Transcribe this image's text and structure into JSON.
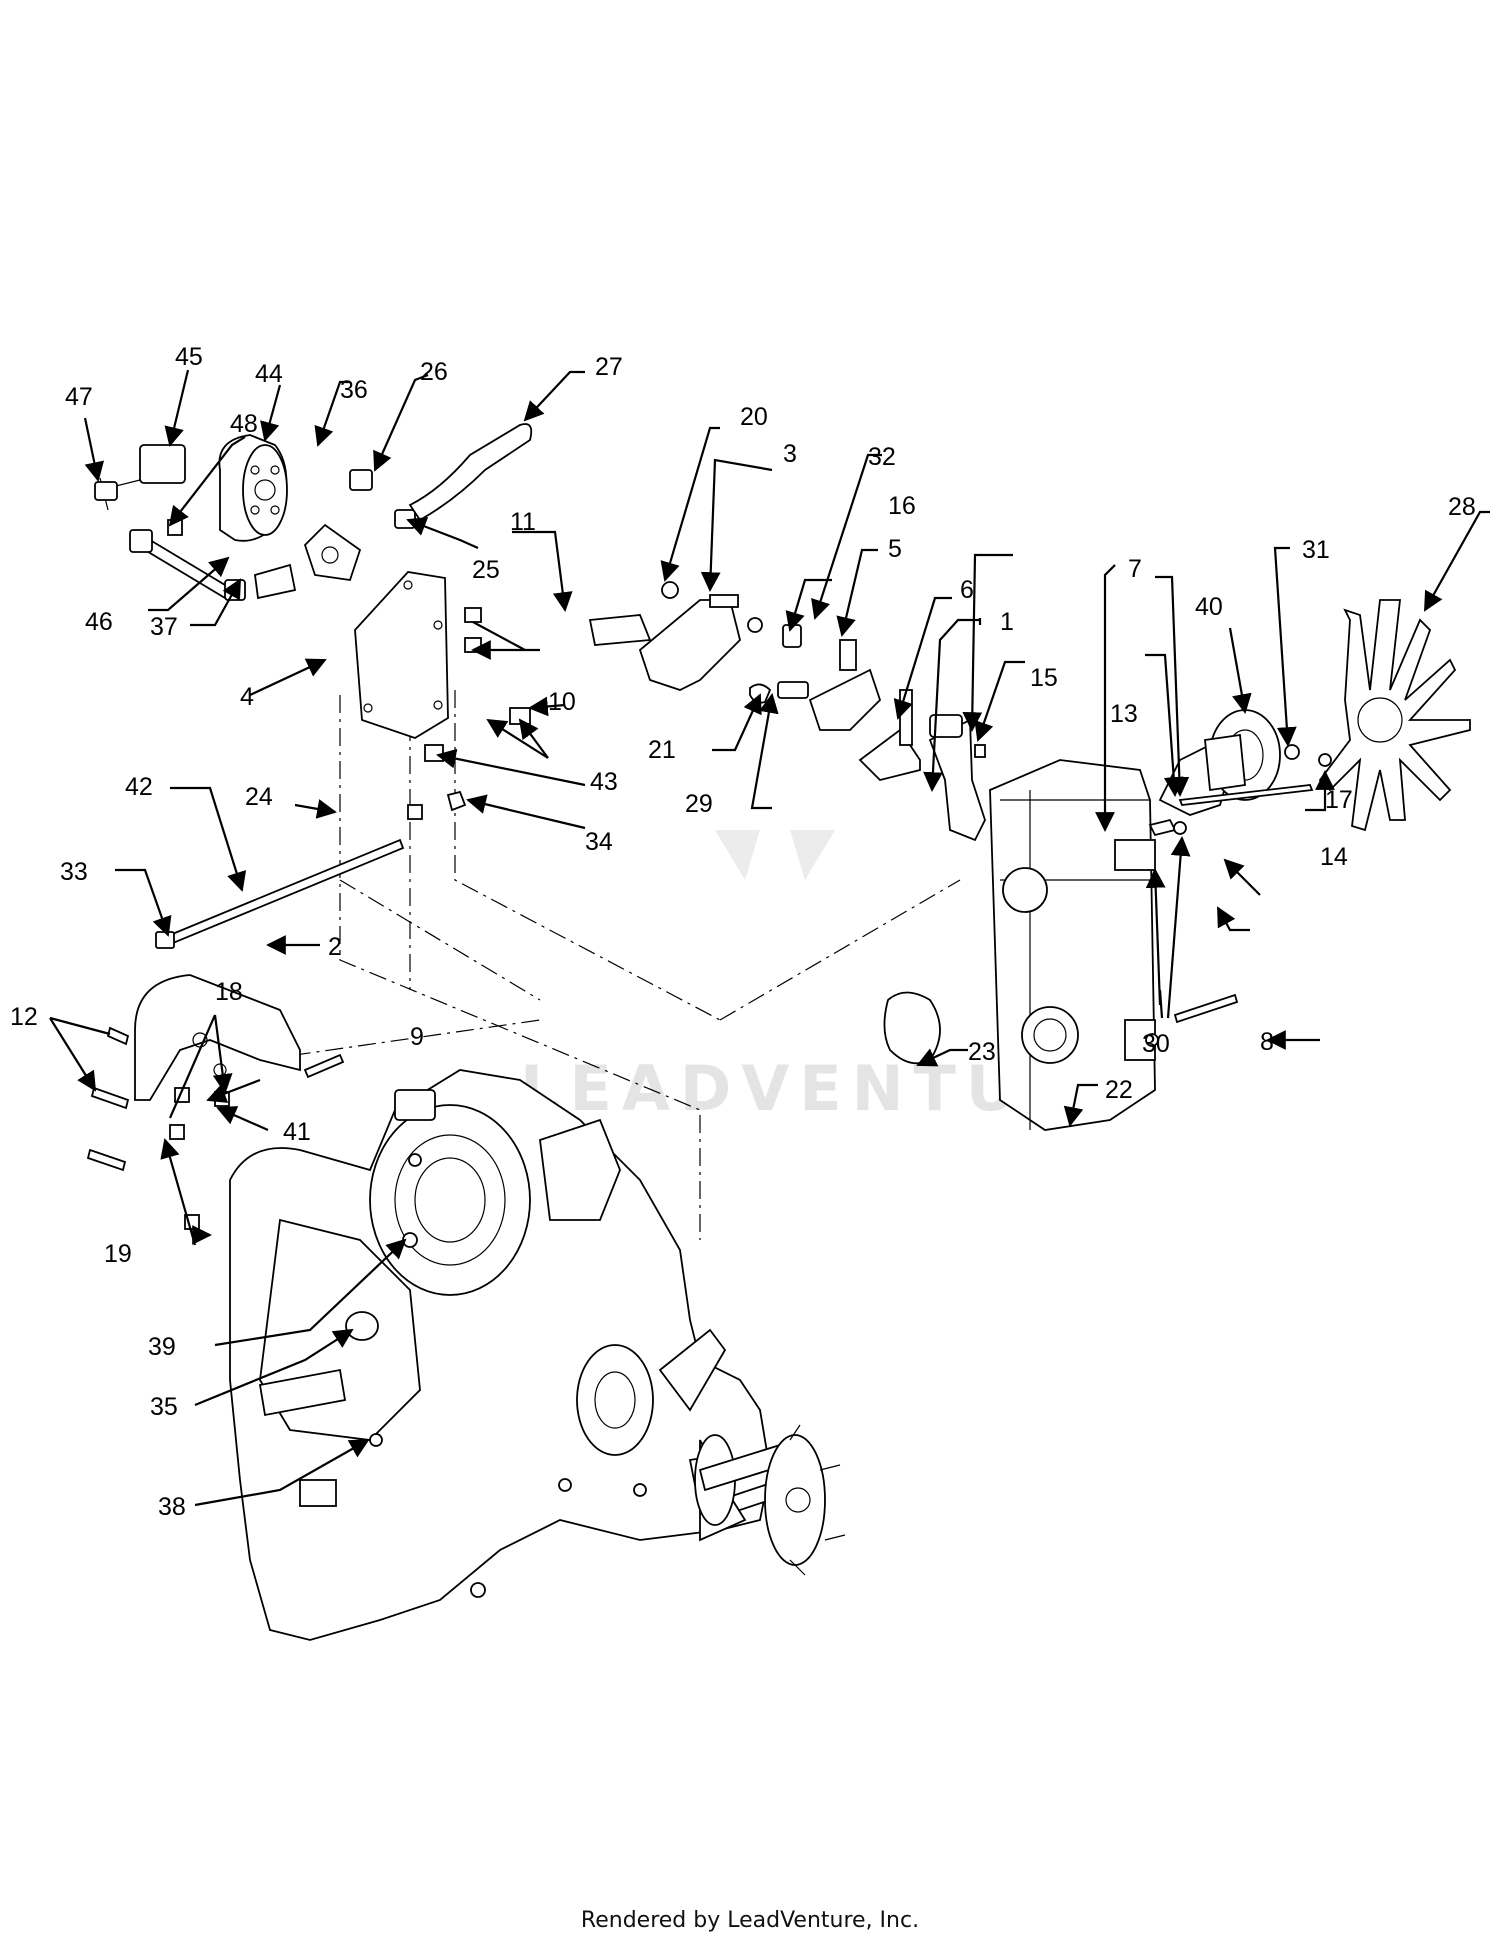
{
  "footer": "Rendered by LeadVenture, Inc.",
  "watermark": "LEADVENTURE",
  "labels": [
    "1",
    "2",
    "3",
    "4",
    "5",
    "6",
    "7",
    "8",
    "9",
    "10",
    "11",
    "12",
    "13",
    "14",
    "15",
    "16",
    "17",
    "18",
    "19",
    "20",
    "21",
    "22",
    "23",
    "24",
    "25",
    "26",
    "27",
    "28",
    "29",
    "30",
    "31",
    "32",
    "33",
    "34",
    "35",
    "36",
    "37",
    "38",
    "39",
    "40",
    "41",
    "42",
    "43",
    "44",
    "45",
    "46",
    "47",
    "48"
  ]
}
